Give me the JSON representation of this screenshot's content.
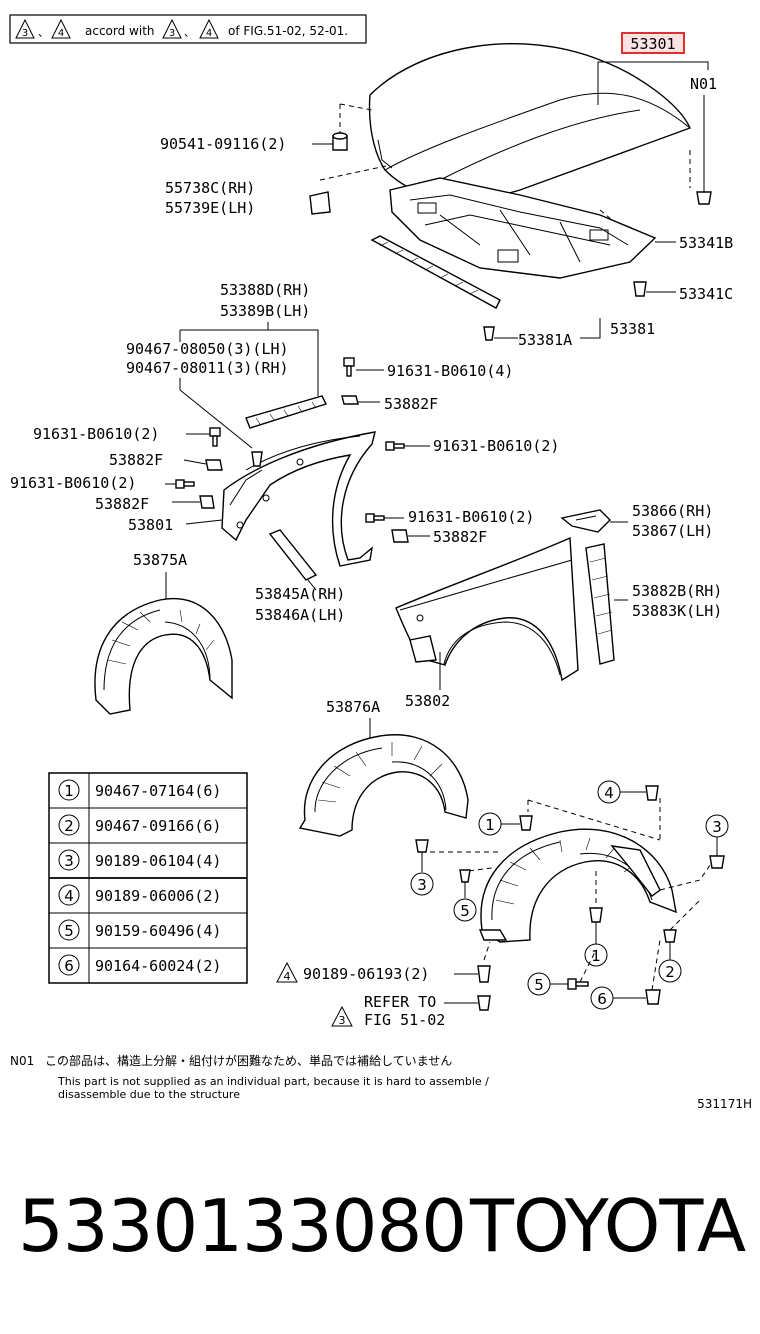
{
  "header_note": {
    "tri_a": "3",
    "tri_b": "4",
    "text_pre": "accord with",
    "text_post": "of FIG.51-02, 52-01."
  },
  "labels": {
    "l53301": "53301",
    "n01": "N01",
    "l90541": "90541-09116(2)",
    "l55738c": "55738C(RH)",
    "l55739e": "55739E(LH)",
    "l53341b": "53341B",
    "l53341c": "53341C",
    "l53381": "53381",
    "l53381a": "53381A",
    "l53388d": "53388D(RH)",
    "l53389b": "53389B(LH)",
    "l90467a": "90467-08050(3)(LH)",
    "l90467b": "90467-08011(3)(RH)",
    "l91631_4": "91631-B0610(4)",
    "l53882f_1": "53882F",
    "l91631_2a": "91631-B0610(2)",
    "l91631_2b": "91631-B0610(2)",
    "l53882f_2": "53882F",
    "l91631_2c": "91631-B0610(2)",
    "l53882f_3": "53882F",
    "l53801": "53801",
    "l91631_2d": "91631-B0610(2)",
    "l53882f_4": "53882F",
    "l53866": "53866(RH)",
    "l53867": "53867(LH)",
    "l53875a": "53875A",
    "l53845a": "53845A(RH)",
    "l53846a": "53846A(LH)",
    "l53882b": "53882B(RH)",
    "l53883k": "53883K(LH)",
    "l53876a": "53876A",
    "l53802": "53802",
    "l90189_tri": "90189-06193(2)",
    "tri4": "4",
    "tri3": "3",
    "refer1": "REFER TO",
    "refer2": "FIG 51-02"
  },
  "callouts": {
    "c1a": "1",
    "c1b": "1",
    "c2": "2",
    "c3a": "3",
    "c3b": "3",
    "c4": "4",
    "c5a": "5",
    "c5b": "5",
    "c6": "6"
  },
  "fastener_table": [
    {
      "num": "1",
      "part": "90467-07164(6)"
    },
    {
      "num": "2",
      "part": "90467-09166(6)"
    },
    {
      "num": "3",
      "part": "90189-06104(4)"
    },
    {
      "num": "4",
      "part": "90189-06006(2)"
    },
    {
      "num": "5",
      "part": "90159-60496(4)"
    },
    {
      "num": "6",
      "part": "90164-60024(2)"
    }
  ],
  "footnote": {
    "code": "N01",
    "jp": "この部品は、構造上分解・組付けが困難なため、単品では補給していません",
    "en1": "This part is not supplied as an individual part, because it is hard to assemble /",
    "en2": "disassemble due to the structure"
  },
  "figure_id": "531171H",
  "big_part_number": "5330133080",
  "big_brand": "TOYOTA",
  "colors": {
    "highlight": "#e03030",
    "highlight_fill": "#fbe3e3",
    "line": "#000000"
  }
}
